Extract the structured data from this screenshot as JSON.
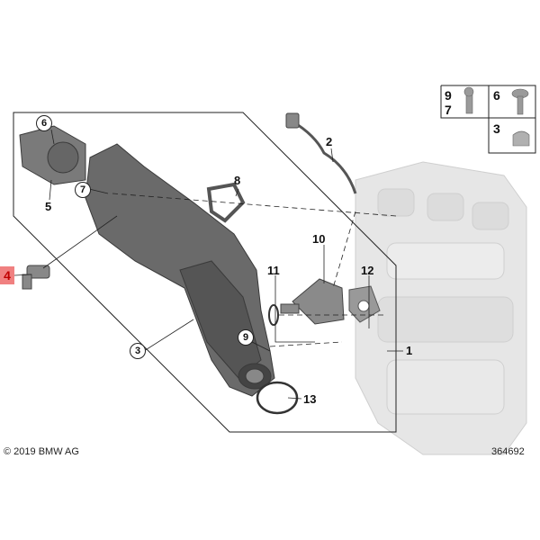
{
  "callouts": {
    "c1": "1",
    "c2": "2",
    "c3": "3",
    "c4": "4",
    "c5": "5",
    "c6": "6",
    "c7": "7",
    "c8": "8",
    "c9": "9",
    "c10": "10",
    "c11": "11",
    "c12": "12",
    "c13": "13"
  },
  "legend": {
    "a": "9",
    "b": "7",
    "c": "6",
    "d": "3"
  },
  "highlight_color": "#f08080",
  "footer": {
    "copyright": "© 2019 BMW AG",
    "diagram_number": "364692"
  }
}
